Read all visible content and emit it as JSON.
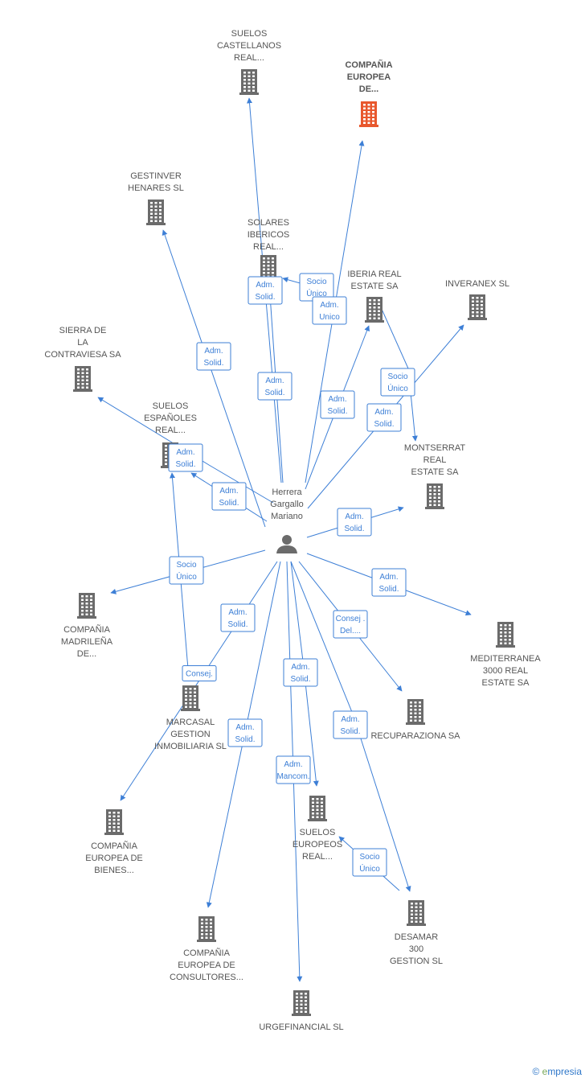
{
  "colors": {
    "edge": "#3d7fd6",
    "node": "#6b6b6b",
    "highlight": "#e8582e"
  },
  "center": {
    "label": [
      "Herrera",
      "Gargallo",
      "Mariano"
    ],
    "icon": "person-icon"
  },
  "nodes": [
    {
      "id": "suelos-castellanos",
      "label": [
        "SUELOS",
        "CASTELLANOS",
        "REAL..."
      ],
      "icon": "building-icon",
      "highlight": false
    },
    {
      "id": "compania-europea-de",
      "label": [
        "COMPAÑIA",
        "EUROPEA",
        "DE..."
      ],
      "icon": "building-icon",
      "highlight": true
    },
    {
      "id": "gestinver-henares",
      "label": [
        "GESTINVER",
        "HENARES SL"
      ],
      "icon": "building-icon",
      "highlight": false
    },
    {
      "id": "solares-ibericos",
      "label": [
        "SOLARES",
        "IBERICOS",
        "REAL..."
      ],
      "icon": "building-icon",
      "highlight": false
    },
    {
      "id": "iberia-real-estate",
      "label": [
        "IBERIA REAL",
        "ESTATE SA"
      ],
      "icon": "building-icon",
      "highlight": false
    },
    {
      "id": "inveranex",
      "label": [
        "INVERANEX SL"
      ],
      "icon": "building-icon",
      "highlight": false
    },
    {
      "id": "sierra-contraviesa",
      "label": [
        "SIERRA DE",
        "LA",
        "CONTRAVIESA SA"
      ],
      "icon": "building-icon",
      "highlight": false
    },
    {
      "id": "suelos-espanoles",
      "label": [
        "SUELOS",
        "ESPAÑOLES",
        "REAL..."
      ],
      "icon": "building-icon",
      "highlight": false
    },
    {
      "id": "montserrat-real-estate",
      "label": [
        "MONTSERRAT",
        "REAL",
        "ESTATE SA"
      ],
      "icon": "building-icon",
      "highlight": false
    },
    {
      "id": "compania-madrilena",
      "label": [
        "COMPAÑIA",
        "MADRILEÑA",
        "DE..."
      ],
      "icon": "building-icon",
      "highlight": false
    },
    {
      "id": "mediterranea-3000",
      "label": [
        "MEDITERRANEA",
        "3000 REAL",
        "ESTATE SA"
      ],
      "icon": "building-icon",
      "highlight": false
    },
    {
      "id": "marcasal-gestion",
      "label": [
        "MARCASAL",
        "GESTION",
        "INMOBILIARIA SL"
      ],
      "icon": "building-icon",
      "highlight": false
    },
    {
      "id": "recuparaziona",
      "label": [
        "RECUPARAZIONA SA"
      ],
      "icon": "building-icon",
      "highlight": false
    },
    {
      "id": "compania-europea-bienes",
      "label": [
        "COMPAÑIA",
        "EUROPEA DE",
        "BIENES..."
      ],
      "icon": "building-icon",
      "highlight": false
    },
    {
      "id": "suelos-europeos",
      "label": [
        "SUELOS",
        "EUROPEOS",
        "REAL..."
      ],
      "icon": "building-icon",
      "highlight": false
    },
    {
      "id": "desamar-300",
      "label": [
        "DESAMAR",
        "300",
        "GESTION  SL"
      ],
      "icon": "building-icon",
      "highlight": false
    },
    {
      "id": "compania-europea-consultores",
      "label": [
        "COMPAÑIA",
        "EUROPEA DE",
        "CONSULTORES..."
      ],
      "icon": "building-icon",
      "highlight": false
    },
    {
      "id": "urgefinancial",
      "label": [
        "URGEFINANCIAL SL"
      ],
      "icon": "building-icon",
      "highlight": false
    }
  ],
  "edges": [
    {
      "id": "e-suelos-castellanos",
      "label": [
        "Adm.",
        "Solid."
      ]
    },
    {
      "id": "e-solares-socio",
      "label": [
        "Socio",
        "Único"
      ]
    },
    {
      "id": "e-compania-europea",
      "label": [
        "Adm.",
        "Unico"
      ]
    },
    {
      "id": "e-gestinver",
      "label": [
        "Adm.",
        "Solid."
      ]
    },
    {
      "id": "e-solares",
      "label": [
        "Adm.",
        "Solid."
      ]
    },
    {
      "id": "e-iberia",
      "label": [
        "Adm.",
        "Solid."
      ]
    },
    {
      "id": "e-inveranex",
      "label": [
        "Adm.",
        "Solid."
      ]
    },
    {
      "id": "e-montserrat-socio",
      "label": [
        "Socio",
        "Único"
      ]
    },
    {
      "id": "e-suelos-espanoles",
      "label": [
        "Adm.",
        "Solid."
      ]
    },
    {
      "id": "e-suelos-espanoles-2",
      "label": [
        "Adm.",
        "Solid."
      ]
    },
    {
      "id": "e-montserrat",
      "label": [
        "Adm.",
        "Solid."
      ]
    },
    {
      "id": "e-madrilena",
      "label": [
        "Socio",
        "Único"
      ]
    },
    {
      "id": "e-mediterranea",
      "label": [
        "Adm.",
        "Solid."
      ]
    },
    {
      "id": "e-bienes",
      "label": [
        "Adm.",
        "Solid."
      ]
    },
    {
      "id": "e-recuparaziona",
      "label": [
        "Consej .",
        "Del...."
      ]
    },
    {
      "id": "e-marcasal",
      "label": [
        "Consej."
      ]
    },
    {
      "id": "e-suelos-europeos",
      "label": [
        "Adm.",
        "Solid."
      ]
    },
    {
      "id": "e-desamar",
      "label": [
        "Adm.",
        "Solid."
      ]
    },
    {
      "id": "e-consultores",
      "label": [
        "Adm.",
        "Solid."
      ]
    },
    {
      "id": "e-urgefinancial",
      "label": [
        "Adm.",
        "Mancom."
      ]
    },
    {
      "id": "e-desamar-socio",
      "label": [
        "Socio",
        "Único"
      ]
    }
  ],
  "footer": {
    "copyright": "©",
    "brand_initial": "e",
    "brand_rest": "mpresia"
  }
}
